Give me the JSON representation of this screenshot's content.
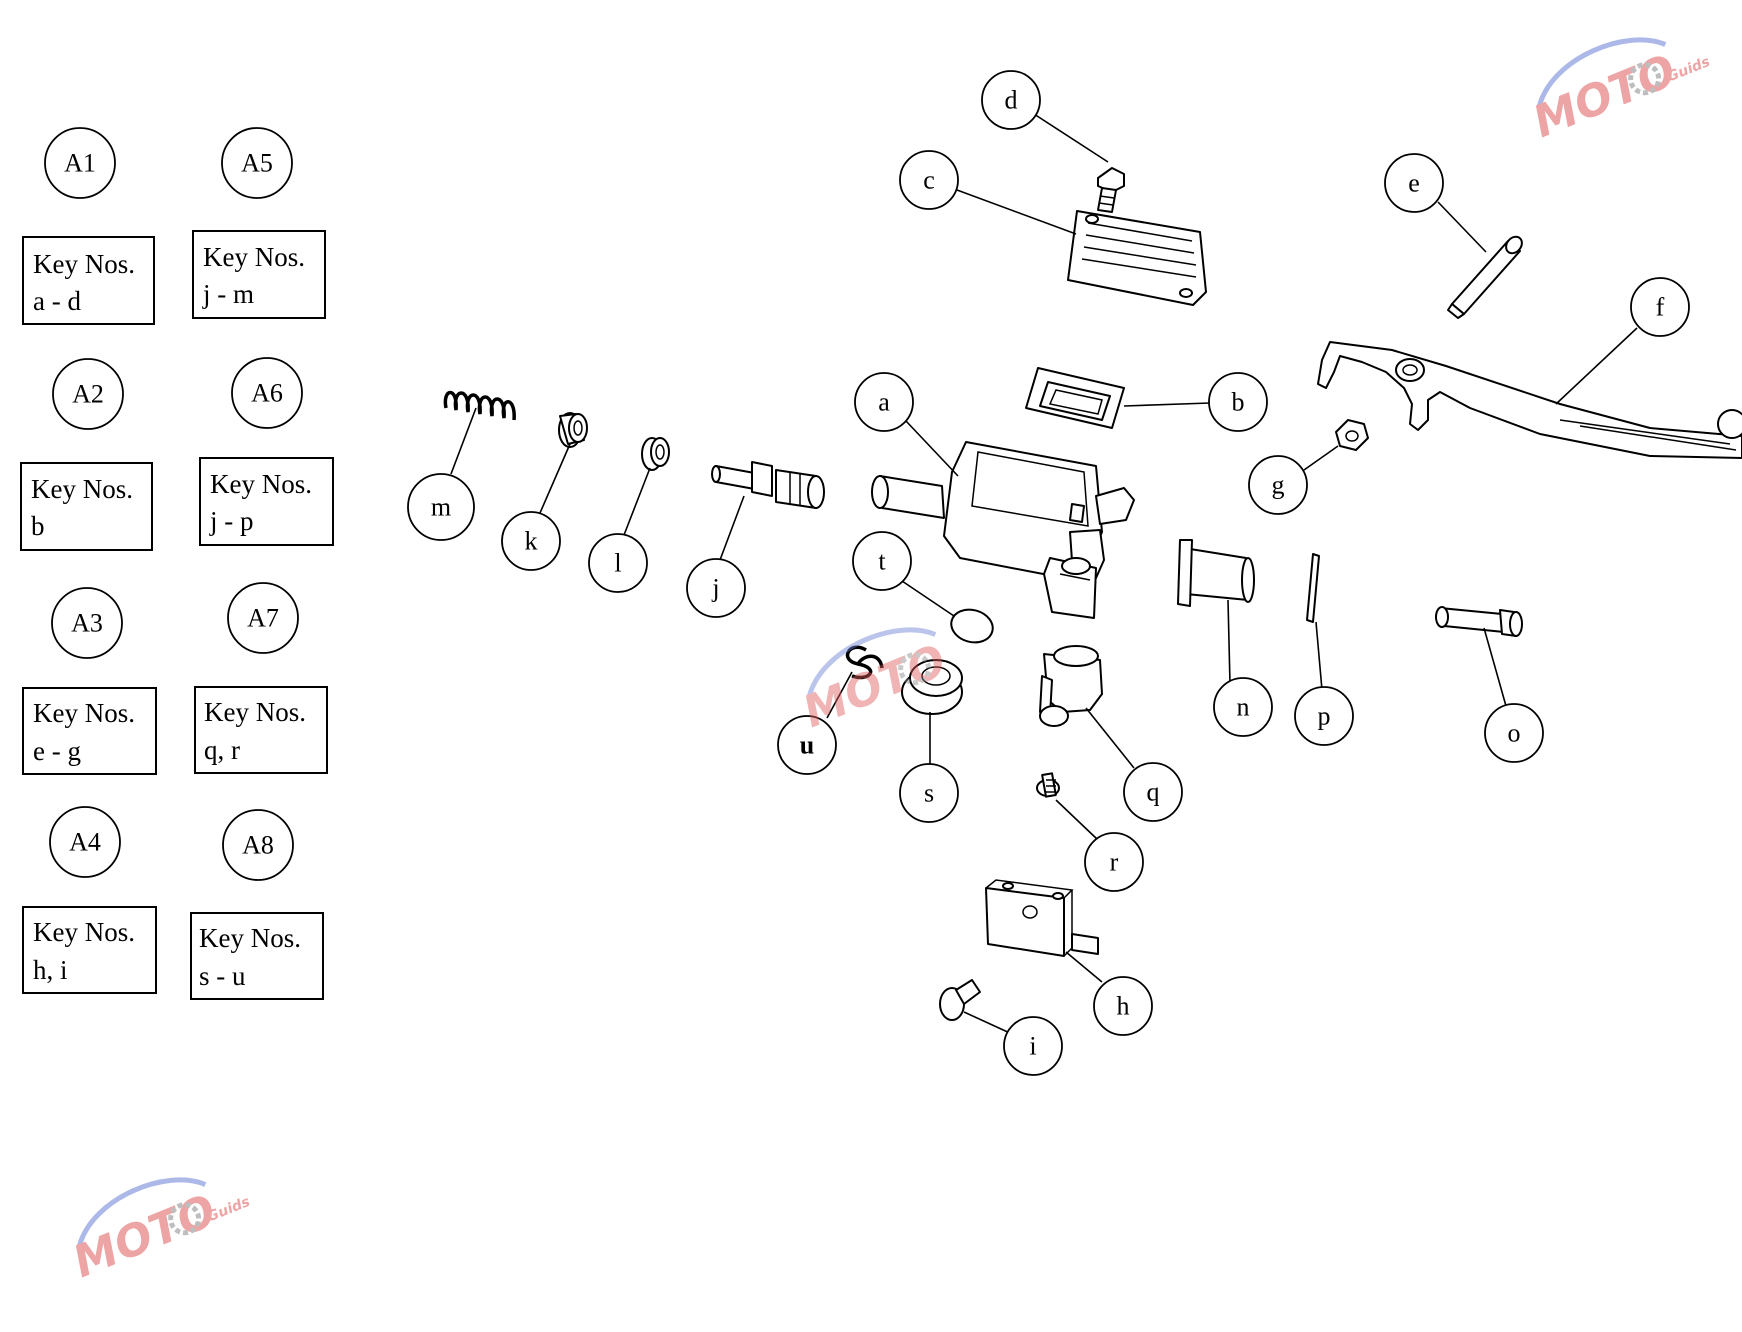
{
  "groups": [
    {
      "id": "A1",
      "key_line1": "Key Nos.",
      "key_line2": "a - d"
    },
    {
      "id": "A2",
      "key_line1": "Key Nos.",
      "key_line2": "b"
    },
    {
      "id": "A3",
      "key_line1": "Key Nos.",
      "key_line2": "e - g"
    },
    {
      "id": "A4",
      "key_line1": "Key Nos.",
      "key_line2": "h, i"
    },
    {
      "id": "A5",
      "key_line1": "Key Nos.",
      "key_line2": "j - m"
    },
    {
      "id": "A6",
      "key_line1": "Key Nos.",
      "key_line2": "j - p"
    },
    {
      "id": "A7",
      "key_line1": "Key Nos.",
      "key_line2": "q, r"
    },
    {
      "id": "A8",
      "key_line1": "Key Nos.",
      "key_line2": "s - u"
    }
  ],
  "callouts": [
    "a",
    "b",
    "c",
    "d",
    "e",
    "f",
    "g",
    "h",
    "i",
    "j",
    "k",
    "l",
    "m",
    "n",
    "o",
    "p",
    "q",
    "r",
    "s",
    "t",
    "u"
  ],
  "watermark": {
    "logo_text": "MOTO",
    "sub_text": "Guids",
    "colors": {
      "primary": "#e05a5a",
      "secondary": "#6a7fd6",
      "gear": "#8a8a8a"
    }
  }
}
